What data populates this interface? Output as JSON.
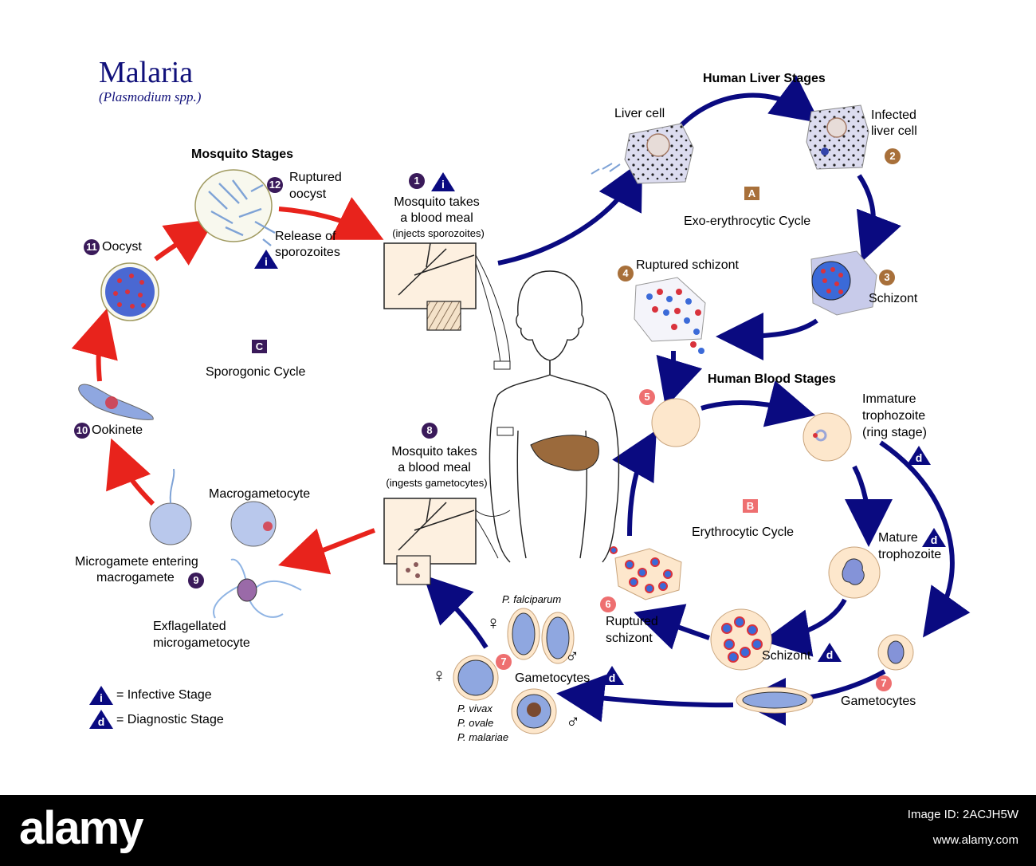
{
  "title": "Malaria",
  "subtitle": "(Plasmodium spp.)",
  "sections": {
    "mosquito": "Mosquito Stages",
    "liver": "Human Liver Stages",
    "blood": "Human Blood Stages"
  },
  "cycles": {
    "a": {
      "letter": "A",
      "label": "Exo-erythrocytic Cycle"
    },
    "b": {
      "letter": "B",
      "label": "Erythrocytic Cycle"
    },
    "c": {
      "letter": "C",
      "label": "Sporogonic Cycle"
    }
  },
  "steps": {
    "s1": {
      "num": "1",
      "line1": "Mosquito takes",
      "line2": "a blood meal",
      "line3": "(injects sporozoites)"
    },
    "s2": {
      "num": "2",
      "line1": "Infected",
      "line2": "liver cell"
    },
    "s3": {
      "num": "3",
      "label": "Schizont"
    },
    "s4": {
      "num": "4",
      "label": "Ruptured schizont"
    },
    "s5": {
      "num": "5"
    },
    "s6": {
      "num": "6",
      "line1": "Ruptured",
      "line2": "schizont"
    },
    "s7a": {
      "num": "7",
      "label": "Gametocytes"
    },
    "s7b": {
      "num": "7",
      "label": "Gametocytes"
    },
    "s8": {
      "num": "8",
      "line1": "Mosquito takes",
      "line2": "a blood meal",
      "line3": "(ingests gametocytes)"
    },
    "s9": {
      "num": "9",
      "line1": "Microgamete entering",
      "line2": "macrogamete"
    },
    "s10": {
      "num": "10",
      "label": "Ookinete"
    },
    "s11": {
      "num": "11",
      "label": "Oocyst"
    },
    "s12": {
      "num": "12",
      "line1": "Ruptured",
      "line2": "oocyst"
    }
  },
  "labels": {
    "liver_cell": "Liver cell",
    "release1": "Release of",
    "release2": "sporozoites",
    "immature1": "Immature",
    "immature2": "trophozoite",
    "immature3": "(ring stage)",
    "mature1": "Mature",
    "mature2": "trophozoite",
    "schizont_blood": "Schizont",
    "macrogametocyte": "Macrogametocyte",
    "exflag1": "Exflagellated",
    "exflag2": "microgametocyte",
    "falciparum": "P. falciparum",
    "vivax": "P. vivax",
    "ovale": "P. ovale",
    "malariae": "P. malariae",
    "female_symbol": "♀",
    "male_symbol": "♂"
  },
  "legend": {
    "infective_letter": "i",
    "infective": "= Infective Stage",
    "diagnostic_letter": "d",
    "diagnostic": "= Diagnostic Stage"
  },
  "footer": {
    "logo": "alamy",
    "image_id": "Image ID: 2ACJH5W",
    "site": "www.alamy.com"
  },
  "colors": {
    "title": "#10107a",
    "blue_arrow": "#0a0a80",
    "red_arrow": "#e8231c",
    "purple_badge": "#3a1a5a",
    "brown_badge": "#a8703a",
    "pink_badge": "#ee6f70"
  }
}
